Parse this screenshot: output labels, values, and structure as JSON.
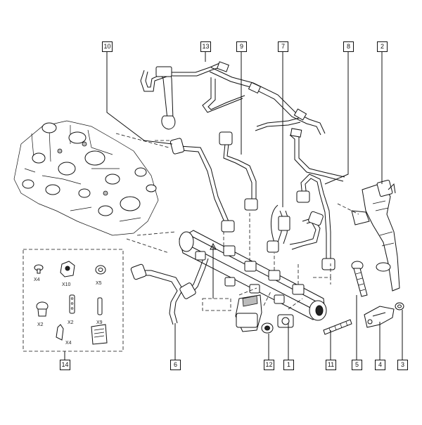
{
  "callouts": {
    "c1": "1",
    "c2": "2",
    "c3": "3",
    "c4": "4",
    "c5": "5",
    "c6": "6",
    "c7": "7",
    "c8": "8",
    "c9": "9",
    "c10": "10",
    "c11": "11",
    "c12": "12",
    "c13": "13",
    "c14": "14"
  },
  "kit": {
    "x4a": "X4",
    "x10": "X10",
    "x5": "X5",
    "x2a": "X2",
    "x2b": "X2",
    "x9": "X9",
    "x4b": "X4"
  }
}
